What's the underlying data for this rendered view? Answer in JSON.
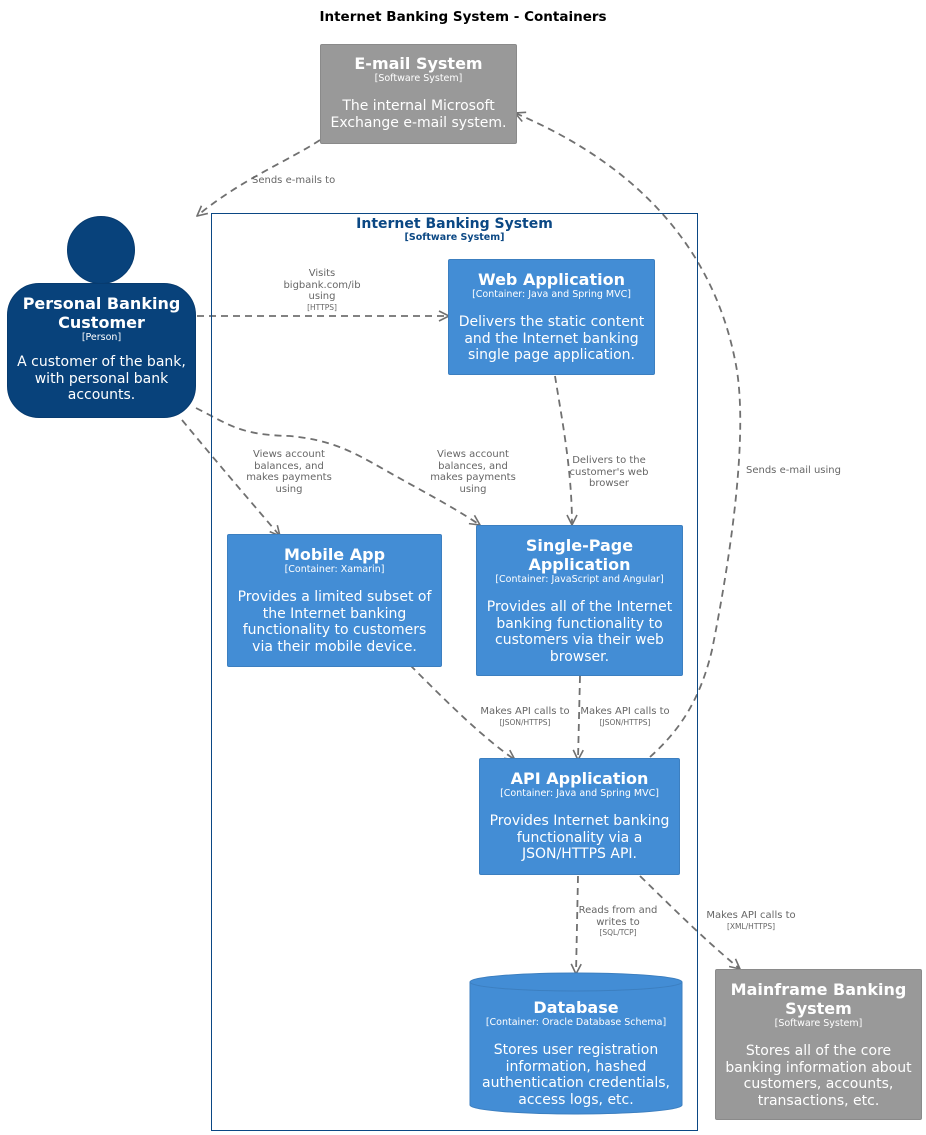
{
  "title": "Internet Banking System - Containers",
  "colors": {
    "person": "#08427b",
    "container": "#438dd5",
    "external": "#999999",
    "boundary": "#0b4884",
    "arrow": "#707070"
  },
  "email_system": {
    "name": "E-mail System",
    "type": "[Software System]",
    "description": "The internal Microsoft Exchange e-mail system."
  },
  "customer": {
    "name": "Personal Banking Customer",
    "type": "[Person]",
    "description": "A customer of the bank, with personal bank accounts."
  },
  "boundary": {
    "name": "Internet Banking System",
    "type": "[Software System]"
  },
  "web_app": {
    "name": "Web Application",
    "type": "[Container: Java and Spring MVC]",
    "description": "Delivers the static content and the Internet banking single page application."
  },
  "spa": {
    "name": "Single-Page Application",
    "type": "[Container: JavaScript and Angular]",
    "description": "Provides all of the Internet banking functionality to customers via their web browser."
  },
  "mobile_app": {
    "name": "Mobile App",
    "type": "[Container: Xamarin]",
    "description": "Provides a limited subset of the Internet banking functionality to customers via their mobile device."
  },
  "api_app": {
    "name": "API Application",
    "type": "[Container: Java and Spring MVC]",
    "description": "Provides Internet banking functionality via a JSON/HTTPS API."
  },
  "database": {
    "name": "Database",
    "type": "[Container: Oracle Database Schema]",
    "description": "Stores user registration information, hashed authentication credentials, access logs, etc."
  },
  "mainframe": {
    "name": "Mainframe Banking System",
    "type": "[Software System]",
    "description": "Stores all of the core banking information about customers, accounts, transactions, etc."
  },
  "relations": {
    "email_to_customer": {
      "label": "Sends e-mails to"
    },
    "customer_to_web": {
      "label": "Visits bigbank.com/ib using",
      "tech": "[HTTPS]"
    },
    "customer_to_spa": {
      "label": "Views account balances, and makes payments using"
    },
    "customer_to_mobile": {
      "label": "Views account balances, and makes payments using"
    },
    "web_to_spa": {
      "label": "Delivers to the customer's web browser"
    },
    "api_to_email": {
      "label": "Sends e-mail using"
    },
    "mobile_to_api": {
      "label": "Makes API calls to",
      "tech": "[JSON/HTTPS]"
    },
    "spa_to_api": {
      "label": "Makes API calls to",
      "tech": "[JSON/HTTPS]"
    },
    "api_to_db": {
      "label": "Reads from and writes to",
      "tech": "[SQL/TCP]"
    },
    "api_to_mainframe": {
      "label": "Makes API calls to",
      "tech": "[XML/HTTPS]"
    }
  }
}
